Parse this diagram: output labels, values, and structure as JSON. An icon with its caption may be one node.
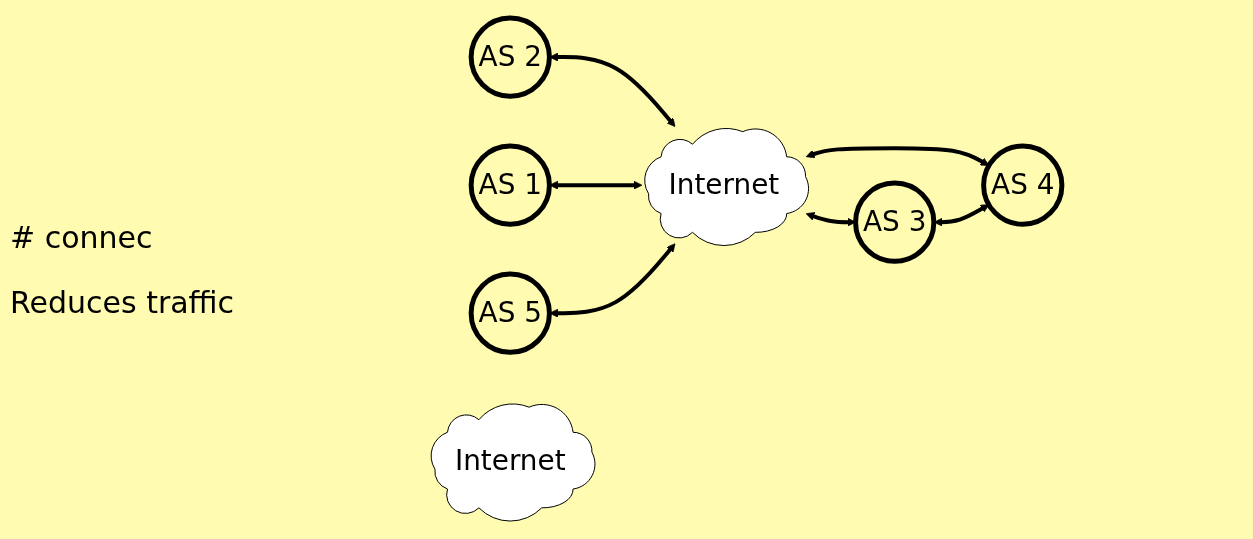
{
  "diagram": {
    "nodes": [
      {
        "text": [
          "AS 2"
        ]
      },
      {
        "text": [
          "AS 1"
        ]
      },
      {
        "text": [
          "Internet"
        ]
      },
      {
        "text": [
          "AS 5"
        ]
      },
      {
        "text": [
          "AS 3"
        ]
      },
      {
        "text": [
          "Internet"
        ]
      },
      {
        "text": [
          "AS 4"
        ]
      }
    ],
    "edges": [
      {
        "from": 0,
        "to": 2,
        "arrow": "both"
      },
      {
        "from": 1,
        "to": 2,
        "arrow": "both"
      },
      {
        "from": 3,
        "to": 2,
        "arrow": "both"
      },
      {
        "from": 2,
        "to": 4,
        "arrow": "both"
      },
      {
        "from": 2,
        "to": 6,
        "arrow": "both"
      },
      {
        "from": 4,
        "to": 6,
        "arrow": "both"
      }
    ],
    "labels": [
      "# connec",
      "Reduces traffic"
    ]
  }
}
